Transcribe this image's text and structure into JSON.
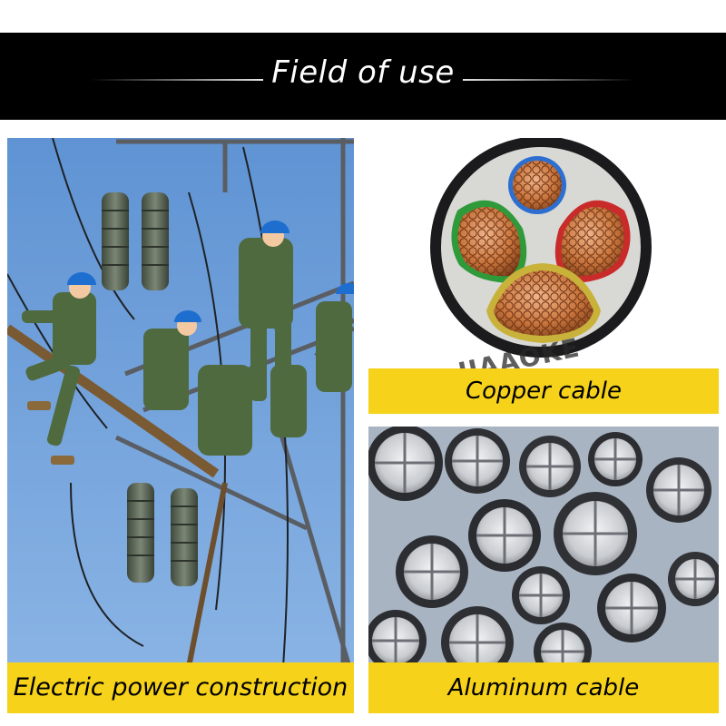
{
  "header": {
    "title": "Field of use",
    "background": "#000000",
    "text_color": "#ffffff"
  },
  "panels": {
    "electric": {
      "caption": "Electric power construction",
      "image": "workers-on-transmission-tower"
    },
    "copper": {
      "caption": "Copper cable",
      "image": "copper-cable-cross-section",
      "watermark": "JIAAOKE"
    },
    "aluminum": {
      "caption": "Aluminum cable",
      "image": "aluminum-cable-ends"
    }
  },
  "colors": {
    "caption_bg": "#f6d21a",
    "sky": "#6f9fd8",
    "copper": "#c8743c",
    "aluminum": "#c9ccd0"
  }
}
